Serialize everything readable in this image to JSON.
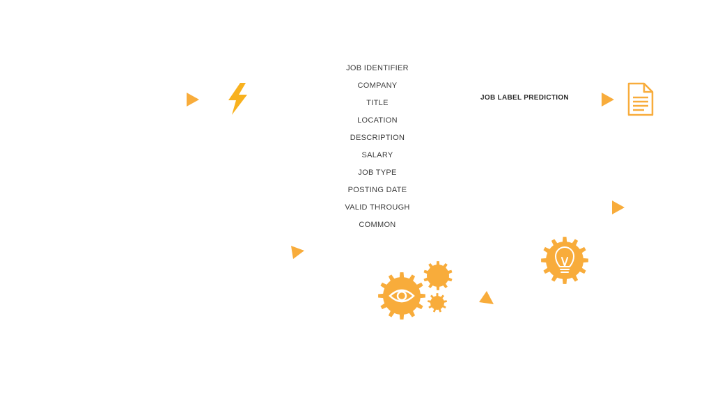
{
  "fields": [
    "JOB IDENTIFIER",
    "COMPANY",
    "TITLE",
    "LOCATION",
    "DESCRIPTION",
    "SALARY",
    "JOB TYPE",
    "POSTING DATE",
    "VALID THROUGH",
    "COMMON"
  ],
  "prediction_label": "JOB LABEL PREDICTION",
  "colors": {
    "accent": "#F8AC3B",
    "accent_bolt": "#F8B11E",
    "text": "#3b3b3b",
    "background": "#ffffff"
  },
  "icons": [
    "lightning-bolt-icon",
    "document-icon",
    "eye-gear-icon",
    "lightbulb-gear-icon",
    "arrow-triangle-icon"
  ]
}
